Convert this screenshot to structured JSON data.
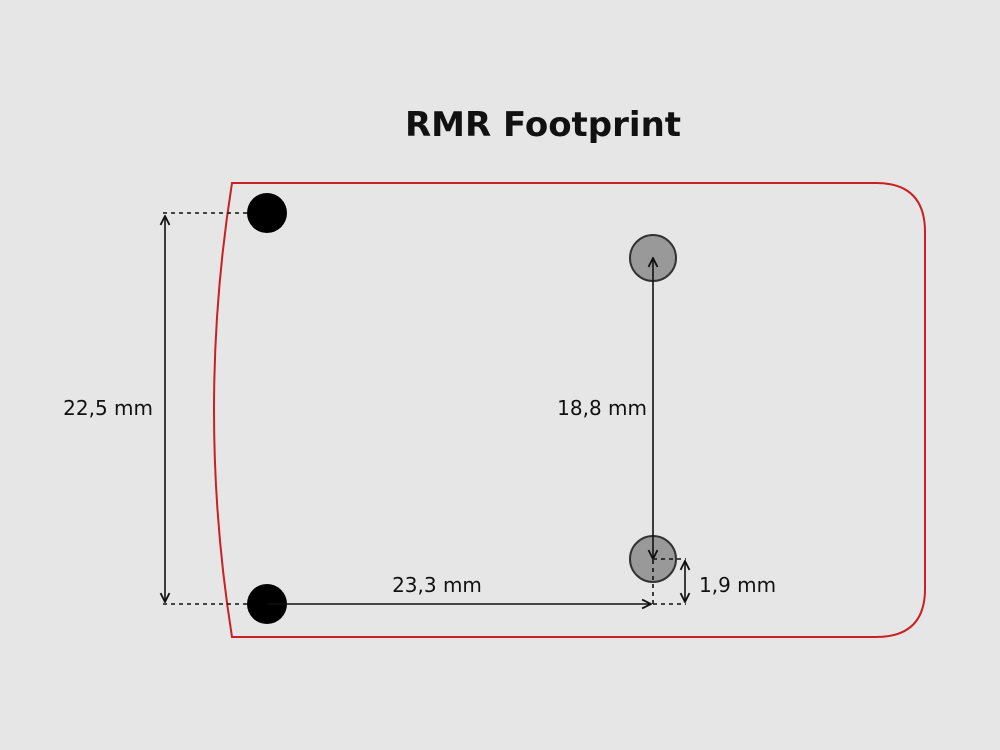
{
  "title": "RMR Footprint",
  "colors": {
    "background": "#e6e6e6",
    "outline": "#cc1f24",
    "front_hole_fill": "#000000",
    "rear_hole_fill": "#999999",
    "rear_hole_stroke": "#333333",
    "dimension_line": "#111111"
  },
  "dimensions": {
    "front_hole_spacing": "22,5 mm",
    "rear_hole_spacing": "18,8 mm",
    "hole_to_hole_length": "23,3 mm",
    "rear_hole_offset": "1,9 mm"
  }
}
